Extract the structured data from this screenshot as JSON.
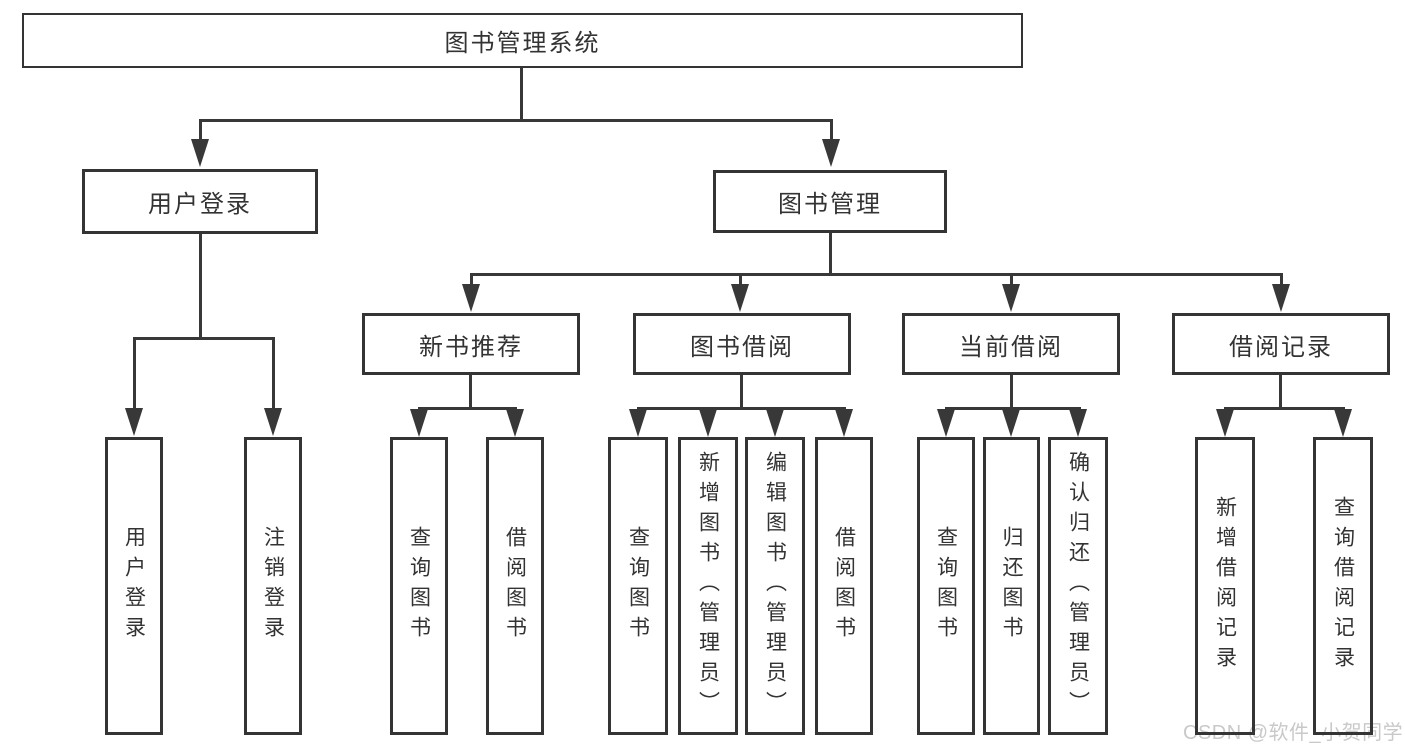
{
  "tree": {
    "root": {
      "label": "图书管理系统"
    },
    "login": {
      "label": "用户登录",
      "children": [
        {
          "label": "用户登录"
        },
        {
          "label": "注销登录"
        }
      ]
    },
    "management": {
      "label": "图书管理",
      "children": [
        {
          "label": "新书推荐",
          "children": [
            {
              "label": "查询图书"
            },
            {
              "label": "借阅图书"
            }
          ]
        },
        {
          "label": "图书借阅",
          "children": [
            {
              "label": "查询图书"
            },
            {
              "label": "新增图书（管理员）"
            },
            {
              "label": "编辑图书（管理员）"
            },
            {
              "label": "借阅图书"
            }
          ]
        },
        {
          "label": "当前借阅",
          "children": [
            {
              "label": "查询图书"
            },
            {
              "label": "归还图书"
            },
            {
              "label": "确认归还（管理员）"
            }
          ]
        },
        {
          "label": "借阅记录",
          "children": [
            {
              "label": "新增借阅记录"
            },
            {
              "label": "查询借阅记录"
            }
          ]
        }
      ]
    }
  },
  "watermark": {
    "text": "CSDN @软件_小贺同学"
  },
  "colors": {
    "line": "#383838",
    "border": "#343434",
    "text": "#333333",
    "watermark_text": "#c9c9c9",
    "background": "#ffffff"
  }
}
